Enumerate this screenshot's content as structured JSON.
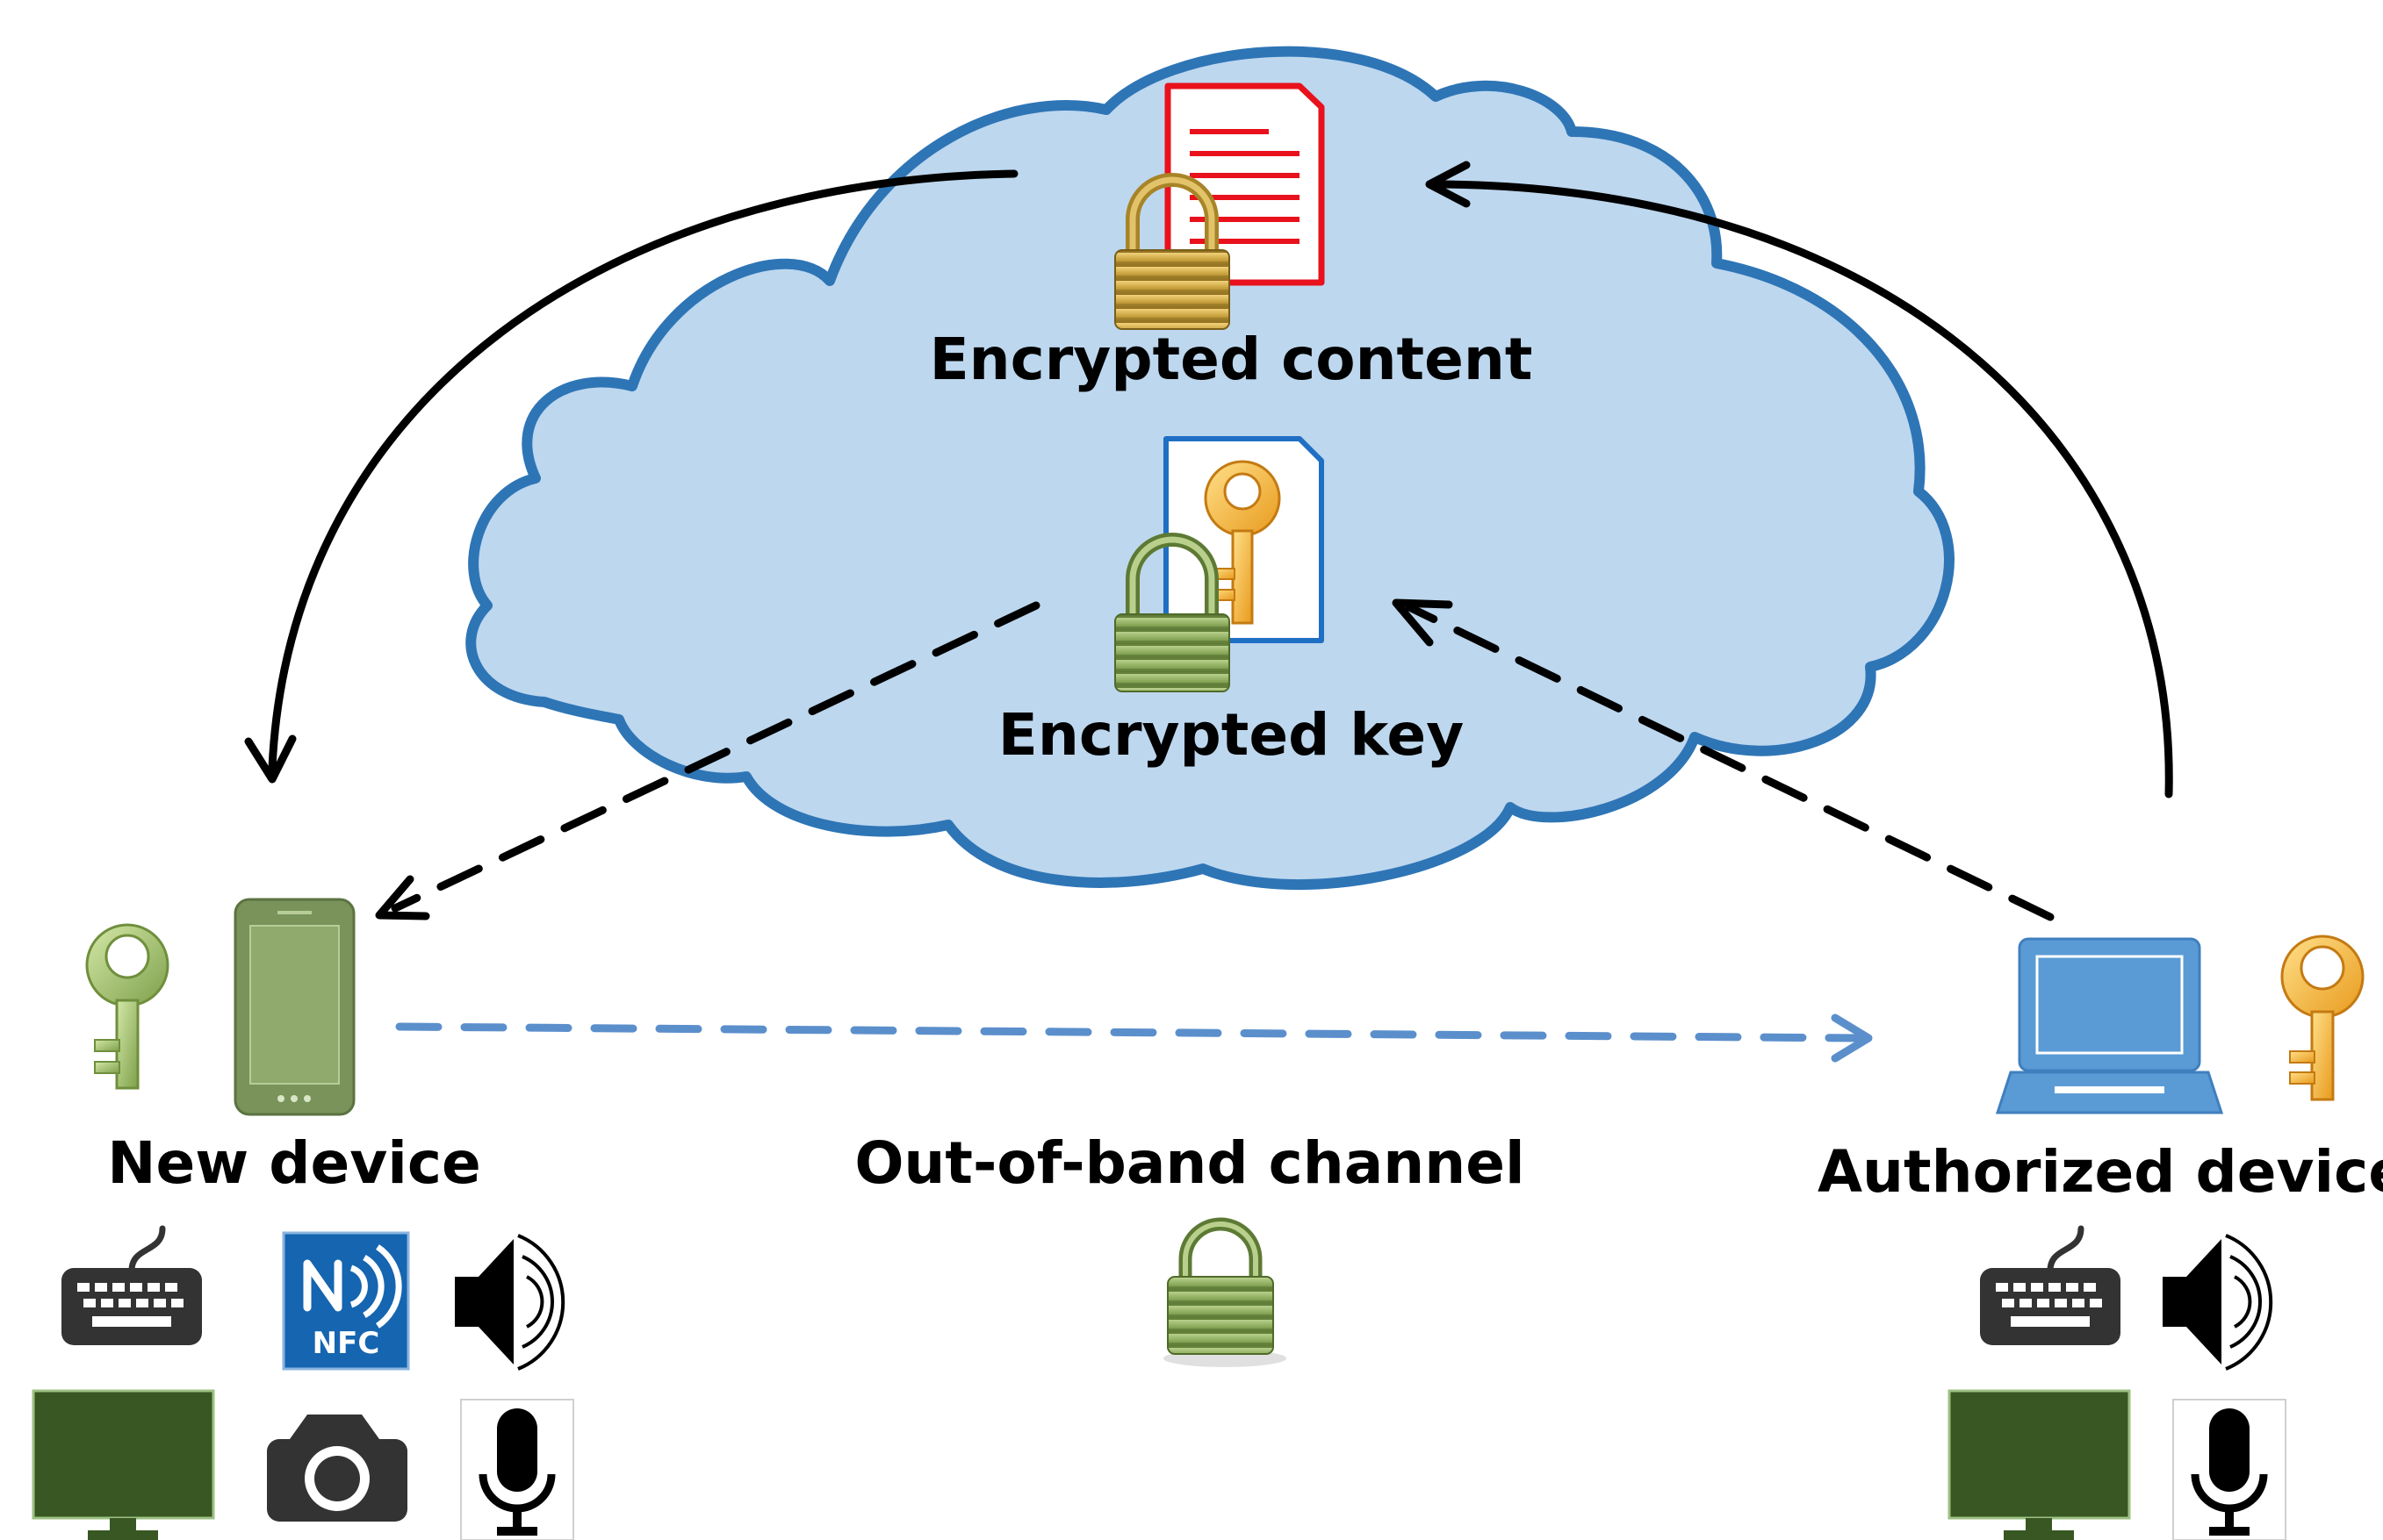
{
  "labels": {
    "encrypted_content": "Encrypted content",
    "encrypted_key": "Encrypted key",
    "new_device": "New device",
    "out_of_band": "Out-of-band channel",
    "authorized_device": "Authorized device",
    "nfc_badge": "NFC"
  },
  "icons": {
    "cloud": "cloud-icon",
    "document": "document-icon",
    "padlock_gold": "padlock-gold-icon",
    "padlock_green": "padlock-green-icon",
    "key_gold": "key-gold-icon",
    "key_green": "key-green-icon",
    "smartphone": "smartphone-icon",
    "laptop": "laptop-icon",
    "keyboard": "keyboard-icon",
    "nfc": "nfc-icon",
    "speaker": "speaker-icon",
    "monitor": "monitor-icon",
    "camera": "camera-icon",
    "microphone": "microphone-icon"
  },
  "colors": {
    "cloud_fill": "#bdd7ee",
    "cloud_stroke": "#2e75b6",
    "document_red": "#e8111c",
    "document_blue": "#1f6fc4",
    "oob_arrow": "#5b8fcc",
    "phone_green": "#79935a",
    "laptop_blue": "#5b9bd5",
    "monitor_green": "#385723",
    "nfc_blue": "#1565b0"
  }
}
